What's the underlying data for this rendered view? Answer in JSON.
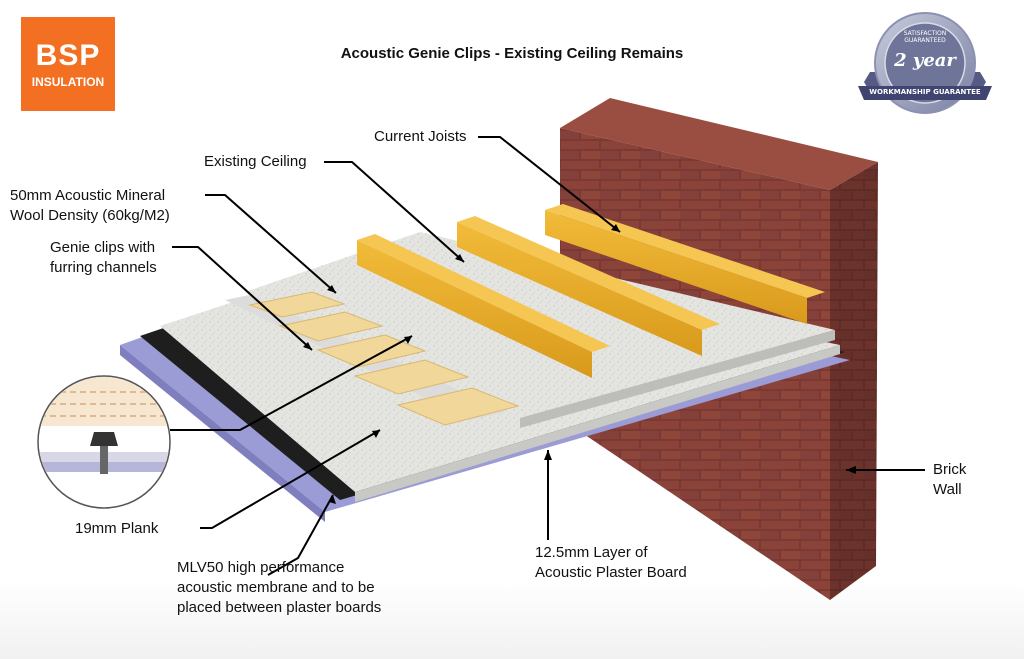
{
  "title": "Acoustic Genie Clips - Existing Ceiling Remains",
  "logo": {
    "line1": "BSP",
    "line2": "INSULATION"
  },
  "badge": {
    "arc_text": "SATISFACTION GUARANTEED",
    "main": "2 year",
    "ribbon": "WORKMANSHIP GUARANTEE"
  },
  "labels": {
    "current_joists": "Current Joists",
    "existing_ceiling": "Existing Ceiling",
    "mineral_wool_1": "50mm Acoustic Mineral",
    "mineral_wool_2": "Wool Density (60kg/M2)",
    "genie_clips_1": "Genie clips with",
    "genie_clips_2": "furring channels",
    "plank": "19mm Plank",
    "mlv_1": "MLV50 high performance",
    "mlv_2": "acoustic membrane and to be",
    "mlv_3": "placed between plaster boards",
    "plaster_1": "12.5mm Layer of",
    "plaster_2": "Acoustic Plaster Board",
    "brick_1": "Brick",
    "brick_2": "Wall"
  },
  "colors": {
    "logo_orange": "#f36f21",
    "brick": "#7a3a33",
    "timber": "#e9ad2a",
    "wool": "#f2d79a",
    "membrane": "#9b9bd6",
    "plaster": "#e6e6e2",
    "black_layer": "#1e1e1e"
  }
}
